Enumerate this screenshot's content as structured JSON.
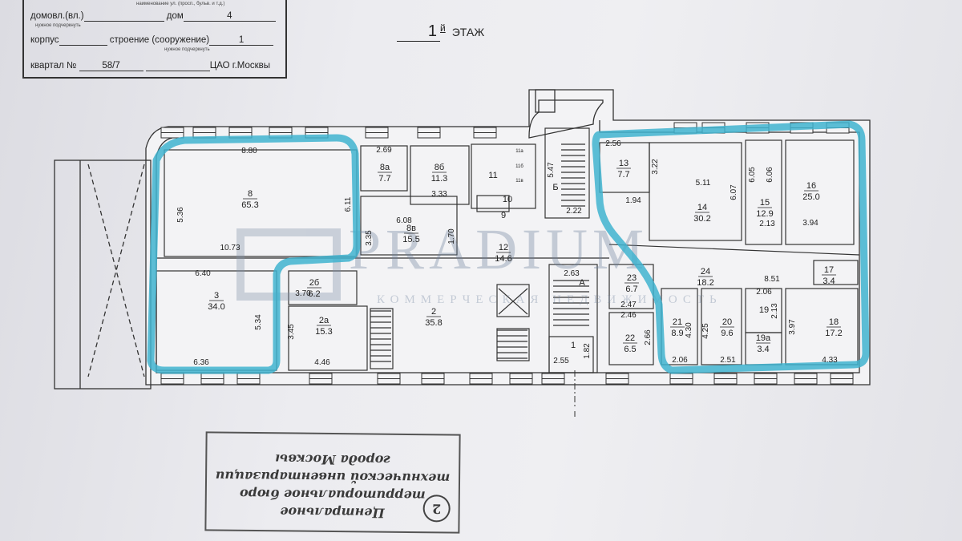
{
  "header": {
    "street_caption": "наименование ул. (просп., бульв. и т.д.)",
    "domovl_label": "домовл.(вл.)",
    "underline_hint": "нужное подчеркнуть",
    "dom_label": "дом",
    "dom_value": "4",
    "korpus_label": "корпус",
    "stroenie_label": "строение (сооружение)",
    "stroenie_value": "1",
    "kvartal_label": "квартал №",
    "kvartal_value": "58/7",
    "district": "ЦАО г.Москвы"
  },
  "floor": {
    "number": "1",
    "suffix": "й",
    "label": "ЭТАЖ"
  },
  "watermark": {
    "brand": "PRADIUM",
    "tagline": "КОММЕРЧЕСКАЯ НЕДВИЖИМОСТЬ"
  },
  "highlight_color": "#3fb3cf",
  "rooms": [
    {
      "number": "8",
      "area": "65.3"
    },
    {
      "number": "8а",
      "area": "7.7"
    },
    {
      "number": "8б",
      "area": "11.3"
    },
    {
      "number": "8в",
      "area": "15.5"
    },
    {
      "number": "11",
      "area": ""
    },
    {
      "number": "10",
      "area": ""
    },
    {
      "number": "9",
      "area": ""
    },
    {
      "number": "Б",
      "area": ""
    },
    {
      "number": "12",
      "area": "14.6"
    },
    {
      "number": "3",
      "area": "34.0"
    },
    {
      "number": "2б",
      "area": "6.2"
    },
    {
      "number": "2а",
      "area": "15.3"
    },
    {
      "number": "2",
      "area": "35.8"
    },
    {
      "number": "А",
      "area": ""
    },
    {
      "number": "1",
      "area": ""
    },
    {
      "number": "13",
      "area": "7.7"
    },
    {
      "number": "14",
      "area": "30.2"
    },
    {
      "number": "15",
      "area": "12.9"
    },
    {
      "number": "16",
      "area": "25.0"
    },
    {
      "number": "24",
      "area": "18.2"
    },
    {
      "number": "17",
      "area": "3.4"
    },
    {
      "number": "23",
      "area": "6.7"
    },
    {
      "number": "22",
      "area": "6.5"
    },
    {
      "number": "21",
      "area": "8.9"
    },
    {
      "number": "20",
      "area": "9.6"
    },
    {
      "number": "19",
      "area": ""
    },
    {
      "number": "19а",
      "area": "3.4"
    },
    {
      "number": "18",
      "area": "17.2"
    },
    {
      "number": "11а",
      "area": ""
    },
    {
      "number": "11б",
      "area": ""
    },
    {
      "number": "11в",
      "area": ""
    }
  ],
  "dimensions": [
    "8.80",
    "5.36",
    "6.11",
    "10.73",
    "2.69",
    "3.33",
    "6.08",
    "1.70",
    "3.35",
    "6.40",
    "5.34",
    "6.36",
    "3.70",
    "3.45",
    "4.46",
    "5.47",
    "2.22",
    "2.63",
    "2.55",
    "1.82",
    "2.56",
    "3.22",
    "5.11",
    "1.94",
    "6.07",
    "6.05",
    "6.06",
    "2.13",
    "3.94",
    "8.51",
    "2.47",
    "2.46",
    "2.66",
    "4.30",
    "2.06",
    "4.25",
    "2.51",
    "2.06",
    "2.13",
    "3.97",
    "4.33"
  ],
  "section_mark": "I",
  "stamp": {
    "number": "2",
    "lines": [
      "Центральное",
      "территориальное бюро",
      "технической инвентаризации",
      "города Москвы"
    ]
  }
}
